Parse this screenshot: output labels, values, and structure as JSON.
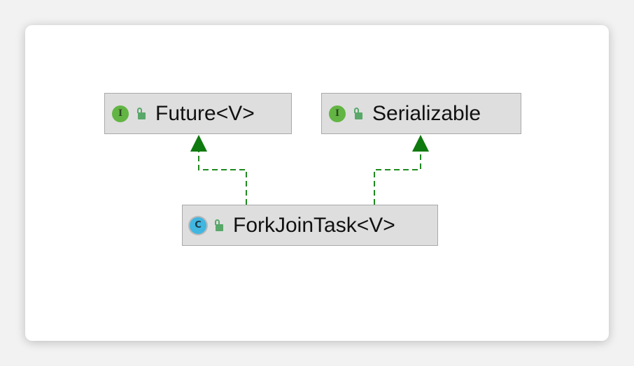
{
  "colors": {
    "node_fill": "#dedede",
    "node_border": "#a9a9a9",
    "edge": "#1f8a1f",
    "interface_badge": "#62b543",
    "class_badge": "#40b6e0",
    "visibility_icon": "#59a869"
  },
  "nodes": {
    "future": {
      "kind_icon": "interface-icon",
      "badge_letter": "I",
      "visibility_icon": "public-lock-icon",
      "label": "Future<V>"
    },
    "serializable": {
      "kind_icon": "interface-icon",
      "badge_letter": "I",
      "visibility_icon": "public-lock-icon",
      "label": "Serializable"
    },
    "forkjointask": {
      "kind_icon": "abstract-class-icon",
      "badge_letter": "C",
      "visibility_icon": "public-lock-icon",
      "label": "ForkJoinTask<V>"
    }
  },
  "edges": [
    {
      "from": "forkjointask",
      "to": "future",
      "style": "dashed",
      "arrow": "triangle-filled"
    },
    {
      "from": "forkjointask",
      "to": "serializable",
      "style": "dashed",
      "arrow": "triangle-filled"
    }
  ]
}
